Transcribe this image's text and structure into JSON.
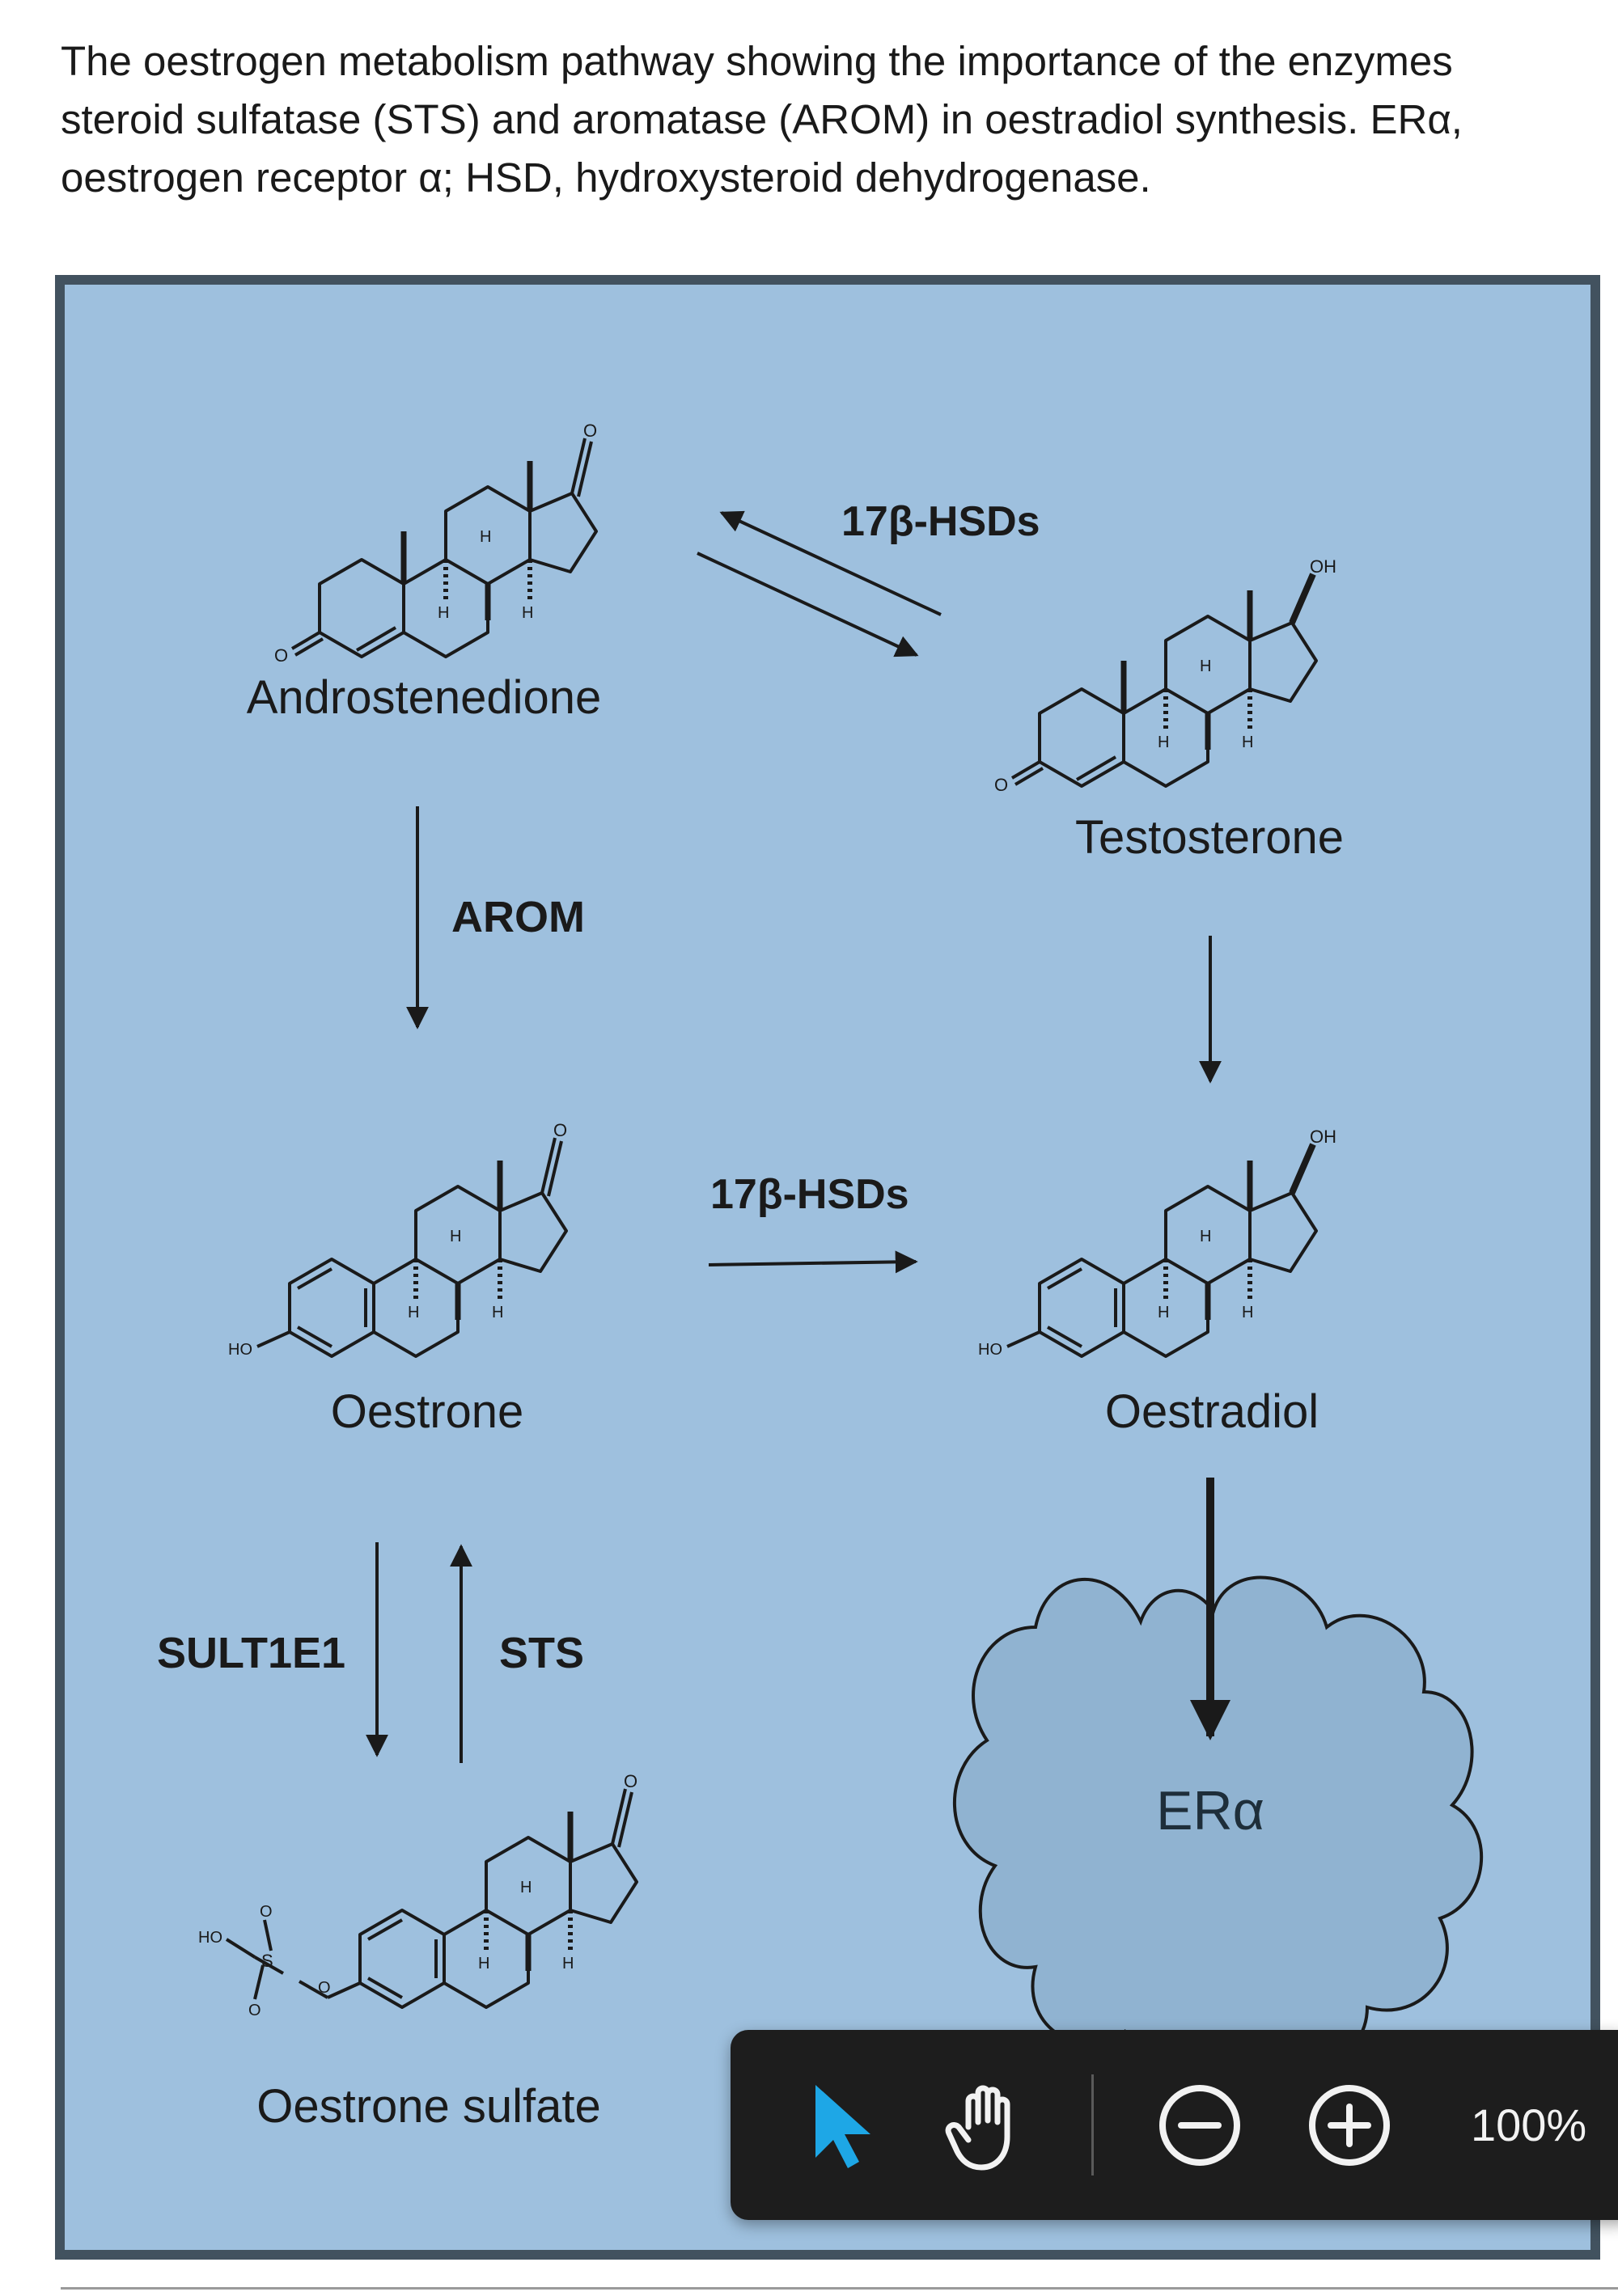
{
  "caption": "The oestrogen metabolism pathway showing the importance of the enzymes steroid sulfatase (STS) and aromatase (AROM) in oestradiol synthesis. ERα, oestrogen receptor α; HSD, hydroxysteroid dehydrogenase.",
  "diagram": {
    "molecules": {
      "androstenedione": "Androstenedione",
      "testosterone": "Testosterone",
      "oestrone": "Oestrone",
      "oestradiol": "Oestradiol",
      "oestrone_sulfate": "Oestrone sulfate"
    },
    "enzymes": {
      "hsd_top": "17β-HSDs",
      "hsd_middle": "17β-HSDs",
      "arom": "AROM",
      "sult1e1": "SULT1E1",
      "sts": "STS"
    },
    "receptor": "ERα",
    "atoms": {
      "oxygen": "O",
      "hydroxyl": "OH",
      "hydroxyl_left": "HO",
      "hydrogen": "H",
      "sulfur": "S"
    },
    "colors": {
      "panel_background": "#9ec0de",
      "panel_border": "#42525f",
      "cloud_fill": "#90b3d1",
      "ink": "#1a1a1a"
    }
  },
  "viewer_toolbar": {
    "zoom_level": "100%",
    "tools": {
      "select": "arrow-pointer-icon",
      "pan": "hand-icon",
      "zoom_out": "zoom-out-icon",
      "zoom_in": "zoom-in-icon"
    },
    "colors": {
      "background": "#1d1d1d",
      "active_tool": "#1ea7e6",
      "icon": "#f2f2f2"
    }
  }
}
